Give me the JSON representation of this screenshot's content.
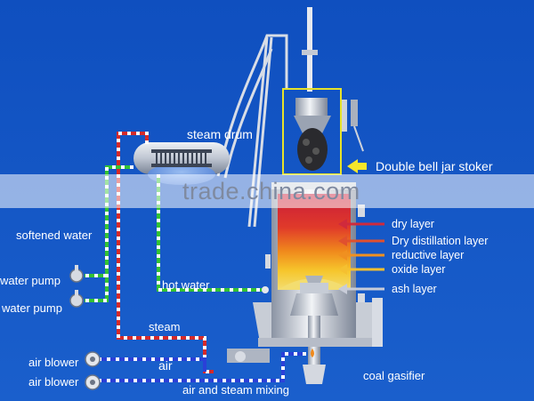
{
  "labels": {
    "steam_drum": "steam drum",
    "double_bell": "Double bell jar stoker",
    "softened_water": "softened water",
    "water_pump_1": "water pump",
    "water_pump_2": "water pump",
    "hot_water": "hot water",
    "steam": "steam",
    "air_blower_1": "air blower",
    "air_blower_2": "air blower",
    "air": "air",
    "air_steam_mixing": "air and steam mixing",
    "coal_gasifier": "coal gasifier"
  },
  "layers": [
    {
      "label": "dry layer",
      "color": "#d02a3c"
    },
    {
      "label": "Dry distillation layer",
      "color": "#e0502e"
    },
    {
      "label": "reductive layer",
      "color": "#f09020"
    },
    {
      "label": "oxide layer",
      "color": "#f5c030"
    },
    {
      "label": "ash layer",
      "color": "#c8ccd8"
    }
  ],
  "watermark": {
    "text": "trade.china.com"
  },
  "colors": {
    "background": "#1556c0",
    "steam_pipe": "#d42a2a",
    "water_pipe": "#33c233",
    "air_pipe": "#2a40d8",
    "highlight_box": "#e6e22a",
    "pointer_arrow": "#f5e62a"
  }
}
